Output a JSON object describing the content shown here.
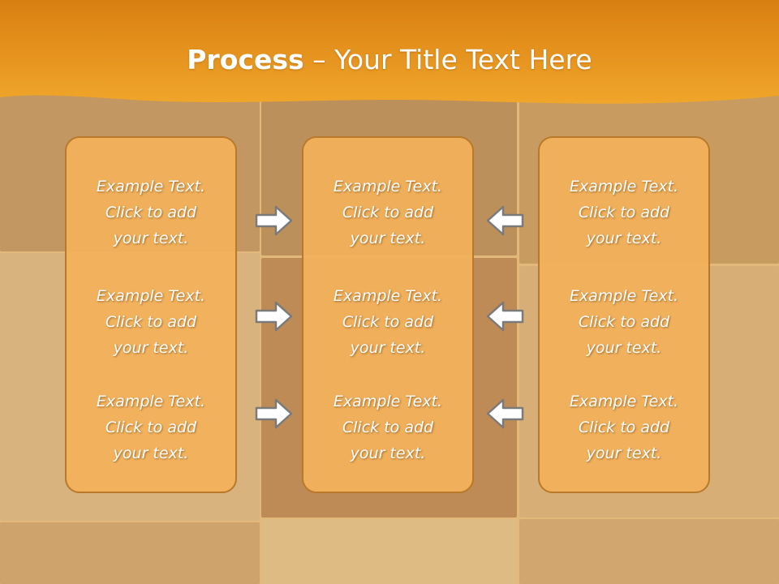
{
  "slide": {
    "title_strong": "Process",
    "title_rest": " – Your Title Text Here"
  },
  "columns": [
    {
      "items": [
        {
          "line1": "Example Text.",
          "line2": "Click  to add",
          "line3": "your text."
        },
        {
          "line1": "Example Text.",
          "line2": "Click  to add",
          "line3": "your text."
        },
        {
          "line1": "Example Text.",
          "line2": "Click  to add",
          "line3": "your text."
        }
      ]
    },
    {
      "items": [
        {
          "line1": "Example Text.",
          "line2": "Click  to add",
          "line3": "your text."
        },
        {
          "line1": "Example Text.",
          "line2": "Click  to add",
          "line3": "your text."
        },
        {
          "line1": "Example Text.",
          "line2": "Click  to add",
          "line3": "your text."
        }
      ]
    },
    {
      "items": [
        {
          "line1": "Example Text.",
          "line2": "Click  to add",
          "line3": "your text."
        },
        {
          "line1": "Example Text.",
          "line2": "Click  to add",
          "line3": "your text."
        },
        {
          "line1": "Example Text.",
          "line2": "Click  to add",
          "line3": "your text."
        }
      ]
    }
  ],
  "icons": {
    "left_arrows": "right-arrow-icon",
    "right_arrows": "left-arrow-icon"
  },
  "colors": {
    "header_orange": "#e8961c",
    "box_fill": "#f3b25a",
    "box_border": "#b8792a",
    "arrow_fill": "#ffffff",
    "arrow_stroke": "#7a7a7a"
  }
}
